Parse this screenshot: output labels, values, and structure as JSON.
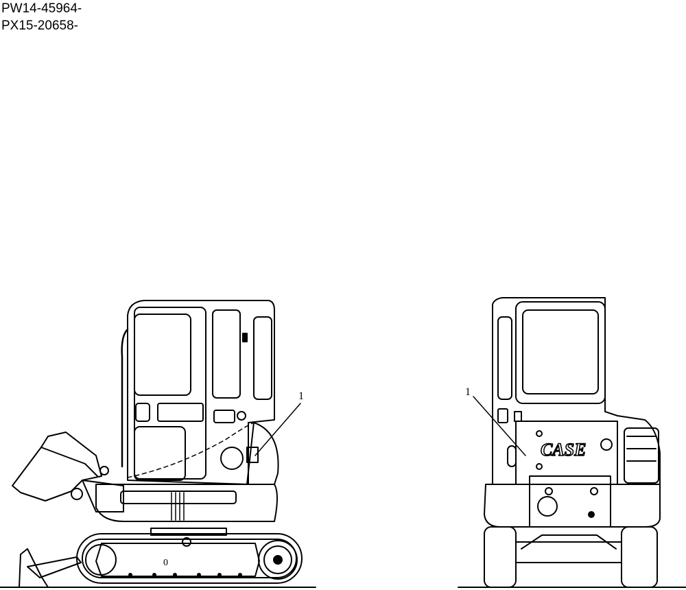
{
  "serial_numbers": [
    "PW14-45964-",
    "PX15-20658-"
  ],
  "callouts": {
    "side_view": "1",
    "rear_view": "1"
  },
  "labels": {
    "brand_logo": "CASE",
    "wheel_mark": "0"
  }
}
